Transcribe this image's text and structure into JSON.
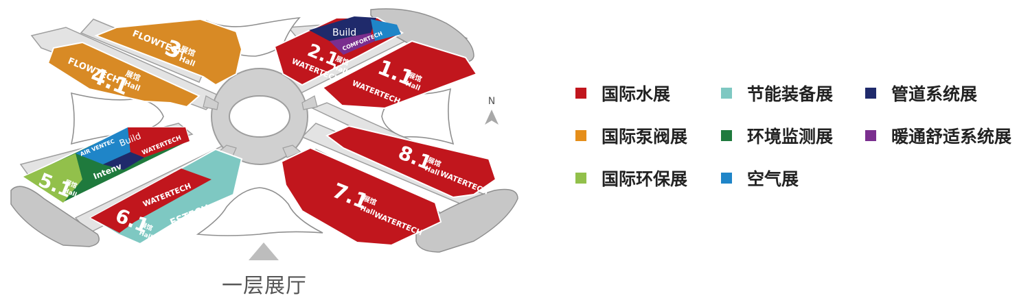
{
  "map": {
    "floor_label": "一层展厅",
    "north": "N",
    "halls": [
      {
        "id": "4.1",
        "label": "4.1",
        "chinese": "展馆",
        "english": "Hall",
        "brands": [
          "FLOWTECH"
        ],
        "color": "#D88A25"
      },
      {
        "id": "3",
        "label": "3",
        "chinese": "展馆",
        "english": "Hall",
        "brands": [
          "FLOWTECH"
        ],
        "color": "#D88A25"
      },
      {
        "id": "2.1",
        "label": "2.1",
        "chinese": "展馆",
        "english": "Hall",
        "brands": [
          "Build",
          "COMFORTECH",
          "WATERTECH"
        ],
        "color": "#C1161D"
      },
      {
        "id": "1.1",
        "label": "1.1",
        "chinese": "展馆",
        "english": "Hall",
        "brands": [
          "WATERTECH"
        ],
        "color": "#C1161D"
      },
      {
        "id": "5.1",
        "label": "5.1",
        "chinese": "展馆",
        "english": "Hall",
        "brands": [
          "AIR VENTEC",
          "Build",
          "WATERTECH",
          "Intenv"
        ],
        "color": "#92C04B"
      },
      {
        "id": "6.1",
        "label": "6.1",
        "chinese": "展馆",
        "english": "Hall",
        "brands": [
          "WATERTECH",
          "ESTECH"
        ],
        "color": "#C1161D"
      },
      {
        "id": "7.1",
        "label": "7.1",
        "chinese": "展馆",
        "english": "Hall",
        "brands": [
          "WATERTECH"
        ],
        "color": "#C1161D"
      },
      {
        "id": "8.1",
        "label": "8.1",
        "chinese": "展馆",
        "english": "Hall",
        "brands": [
          "WATERTECH"
        ],
        "color": "#C1161D"
      }
    ]
  },
  "legend": [
    {
      "label": "国际水展",
      "color": "#C1161D"
    },
    {
      "label": "节能装备展",
      "color": "#7EC8C2"
    },
    {
      "label": "管道系统展",
      "color": "#1F2A6B"
    },
    {
      "label": "国际泵阀展",
      "color": "#E58E1A"
    },
    {
      "label": "环境监测展",
      "color": "#1F7A3D"
    },
    {
      "label": "暖通舒适系统展",
      "color": "#7A2E8E"
    },
    {
      "label": "国际环保展",
      "color": "#92C04B"
    },
    {
      "label": "空气展",
      "color": "#1F85C8"
    }
  ]
}
